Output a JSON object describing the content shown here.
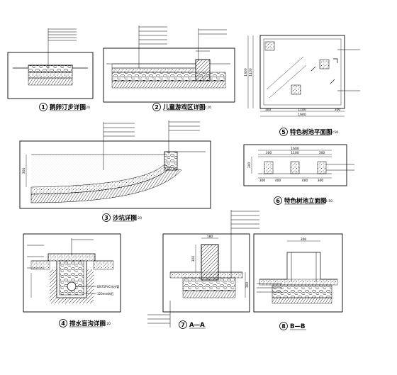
{
  "sheet": {
    "colors": {
      "ink": "#000000",
      "paper": "#ffffff",
      "fill": "#f2f2f2"
    }
  },
  "details": [
    {
      "id": "d1",
      "num": "1",
      "title": "鹅卵汀步详图",
      "scale": "1:20"
    },
    {
      "id": "d2",
      "num": "2",
      "title": "儿童游戏区详图",
      "scale": "1:20"
    },
    {
      "id": "d5",
      "num": "5",
      "title": "特色树池平面图",
      "scale": "1:50",
      "dims": [
        "300",
        "1100",
        "300",
        "1600",
        "1100",
        "1300"
      ]
    },
    {
      "id": "d3",
      "num": "3",
      "title": "沙坑详图",
      "scale": "1:20",
      "dims": [
        "300"
      ]
    },
    {
      "id": "d6",
      "num": "6",
      "title": "特色树池立面图",
      "scale": "1:50",
      "dims": [
        "1600",
        "300",
        "1100",
        "300",
        "300",
        "400",
        "400",
        "300",
        "300"
      ]
    },
    {
      "id": "d4",
      "num": "4",
      "title": "排水盲沟详图",
      "scale": "1:20",
      "notes": [
        "DN75PVC排水管",
        "120mm碎石"
      ]
    },
    {
      "id": "d7",
      "num": "7",
      "title": "A—A",
      "scale": "",
      "dims": [
        "180",
        "300",
        "300"
      ]
    },
    {
      "id": "d8",
      "num": "8",
      "title": "B—B",
      "scale": "",
      "dims": [
        "300"
      ]
    }
  ],
  "icons": {
    "section-marker": "circled-number-icon",
    "leader": "leader-line-icon"
  }
}
